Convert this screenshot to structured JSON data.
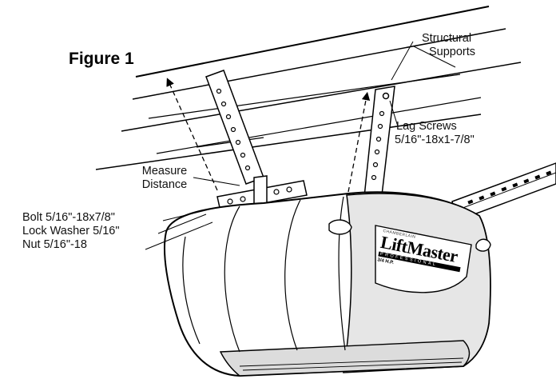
{
  "figure": {
    "title": "Figure 1"
  },
  "labels": {
    "structural_supports": [
      "Structural",
      "Supports"
    ],
    "lag_screws": [
      "Lag Screws",
      "5/16\"-18x1-7/8\""
    ],
    "measure_distance": [
      "Measure",
      "Distance"
    ],
    "hardware": [
      "Bolt 5/16\"-18x7/8\"",
      "Lock Washer 5/16\"",
      "Nut 5/16\"-18"
    ]
  },
  "brand": {
    "small": "CHAMBERLAIN",
    "name": "LiftMaster",
    "sub": "PROFESSIONAL",
    "hp": "3/4 H.P."
  }
}
